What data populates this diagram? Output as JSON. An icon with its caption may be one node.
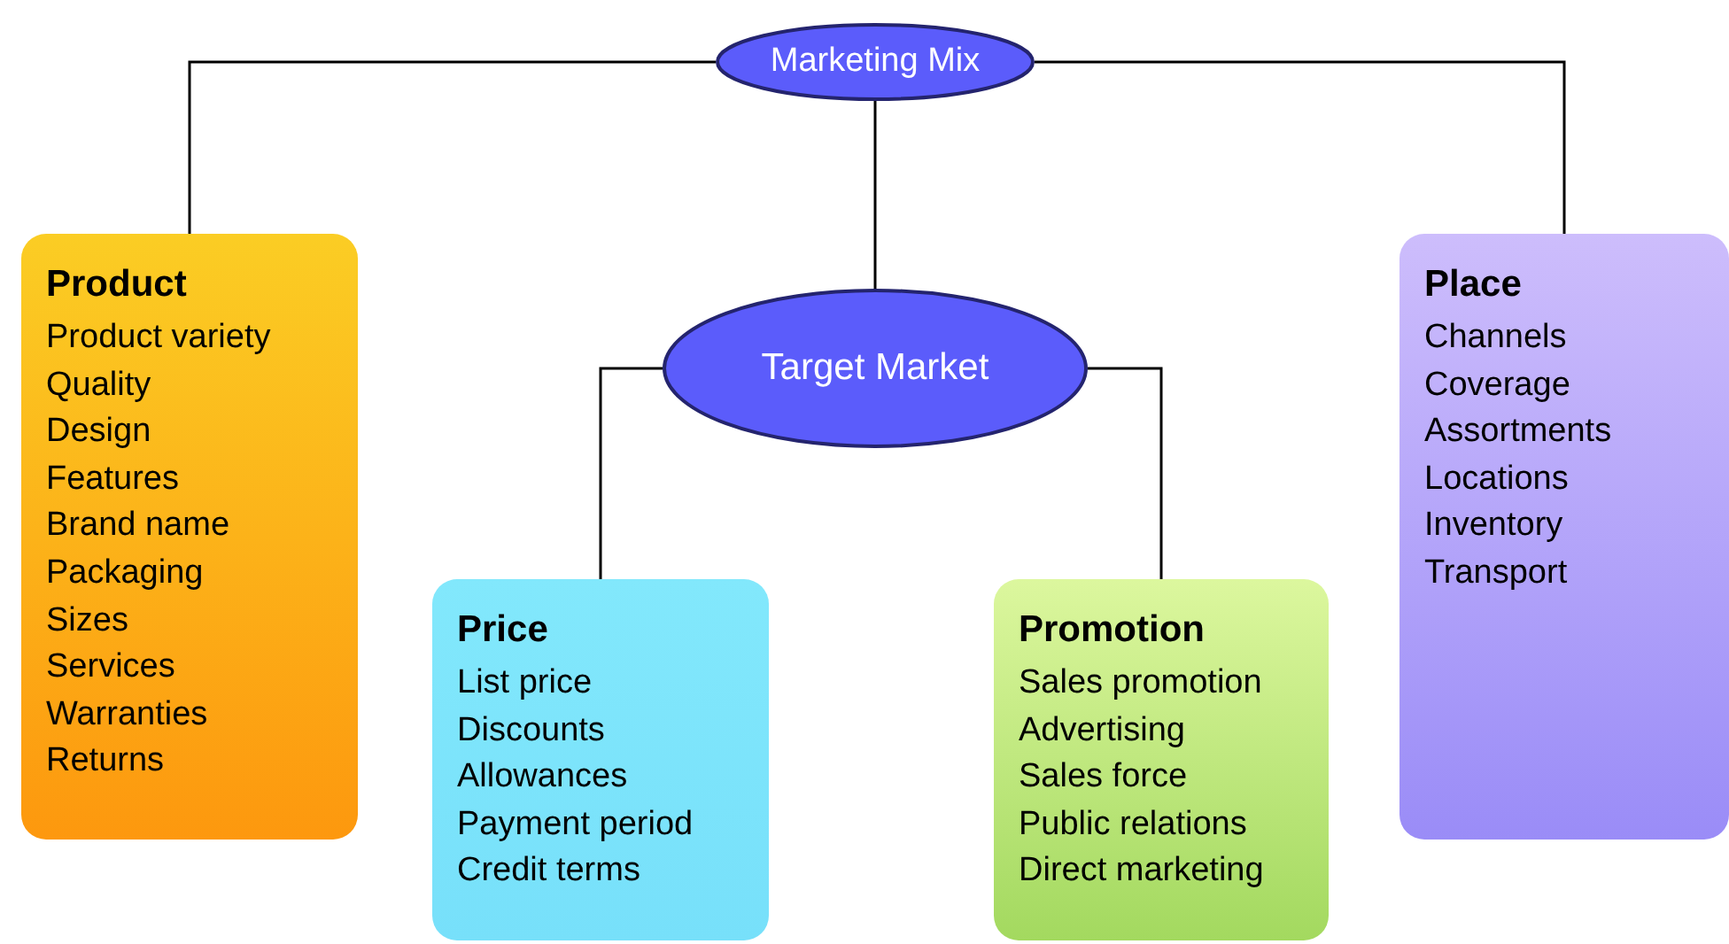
{
  "diagram": {
    "nodes": [
      {
        "text": [
          "Marketing Mix"
        ]
      },
      {
        "text": [
          "Product",
          "Product variety",
          "Quality",
          "Design",
          "Features",
          "Brand name",
          "Packaging",
          "Sizes",
          "Services",
          "Warranties",
          "Returns"
        ]
      },
      {
        "text": [
          "Target Market"
        ]
      },
      {
        "text": [
          "Place",
          "Channels",
          "Coverage",
          "Assortments",
          "Locations",
          "Inventory",
          "Transport"
        ]
      },
      {
        "text": [
          "Price",
          "List price",
          "Discounts",
          "Allowances",
          "Payment period",
          "Credit terms"
        ]
      },
      {
        "text": [
          "Promotion",
          "Sales promotion",
          "Advertising",
          "Sales force",
          "Public relations",
          "Direct marketing"
        ]
      }
    ],
    "edges": [
      {
        "from": 0,
        "to": 1,
        "arrow": "none"
      },
      {
        "from": 0,
        "to": 3,
        "arrow": "none"
      },
      {
        "from": 0,
        "to": 2,
        "arrow": "none"
      },
      {
        "from": 2,
        "to": 4,
        "arrow": "none"
      },
      {
        "from": 2,
        "to": 5,
        "arrow": "none"
      }
    ]
  }
}
